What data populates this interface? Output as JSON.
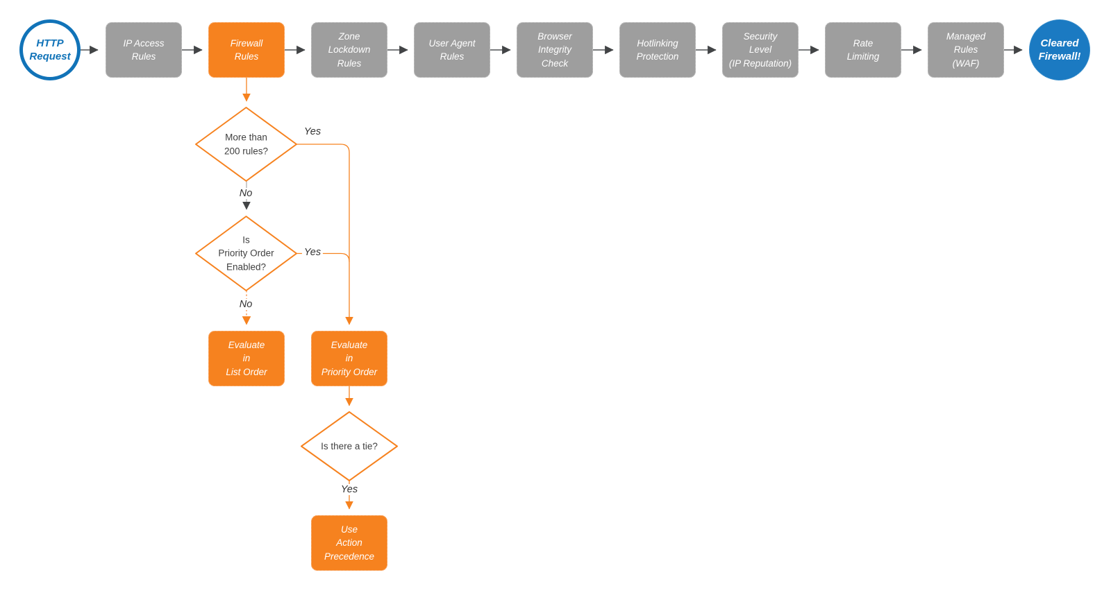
{
  "diagram": {
    "title_semantics": "Cloudflare firewall request evaluation flowchart",
    "colors": {
      "accent_orange": "#f6821f",
      "node_gray": "#9e9e9e",
      "blue_stroke": "#1173b8",
      "blue_fill": "#1b7ac2",
      "connector_dark": "#4a4c4e",
      "connector_light_gray": "#b0b0b0",
      "diamond_text": "#414141",
      "background": "#ffffff"
    },
    "pipeline": {
      "start": {
        "label": "HTTP\nRequest",
        "variant": "blue-outline-circle"
      },
      "steps": [
        {
          "label": "IP Access\nRules",
          "variant": "gray"
        },
        {
          "label": "Firewall\nRules",
          "variant": "orange"
        },
        {
          "label": "Zone\nLockdown\nRules",
          "variant": "gray"
        },
        {
          "label": "User Agent\nRules",
          "variant": "gray"
        },
        {
          "label": "Browser\nIntegrity\nCheck",
          "variant": "gray"
        },
        {
          "label": "Hotlinking\nProtection",
          "variant": "gray"
        },
        {
          "label": "Security\nLevel\n(IP Reputation)",
          "variant": "gray"
        },
        {
          "label": "Rate\nLimiting",
          "variant": "gray"
        },
        {
          "label": "Managed\nRules\n(WAF)",
          "variant": "gray"
        }
      ],
      "end": {
        "label": "Cleared\nFirewall!",
        "variant": "blue-filled-circle"
      }
    },
    "branch": {
      "decision1": {
        "label": "More than\n200 rules?",
        "yes_label": "Yes",
        "no_label": "No"
      },
      "decision2": {
        "label": "Is\nPriority Order\nEnabled?",
        "yes_label": "Yes",
        "no_label": "No"
      },
      "decision3": {
        "label": "Is there a tie?",
        "yes_label": "Yes"
      },
      "action_list_order": {
        "label": "Evaluate\nin\nList Order",
        "variant": "orange"
      },
      "action_priority_order": {
        "label": "Evaluate\nin\nPriority Order",
        "variant": "orange"
      },
      "action_precedence": {
        "label": "Use\nAction\nPrecedence",
        "variant": "orange"
      }
    }
  }
}
